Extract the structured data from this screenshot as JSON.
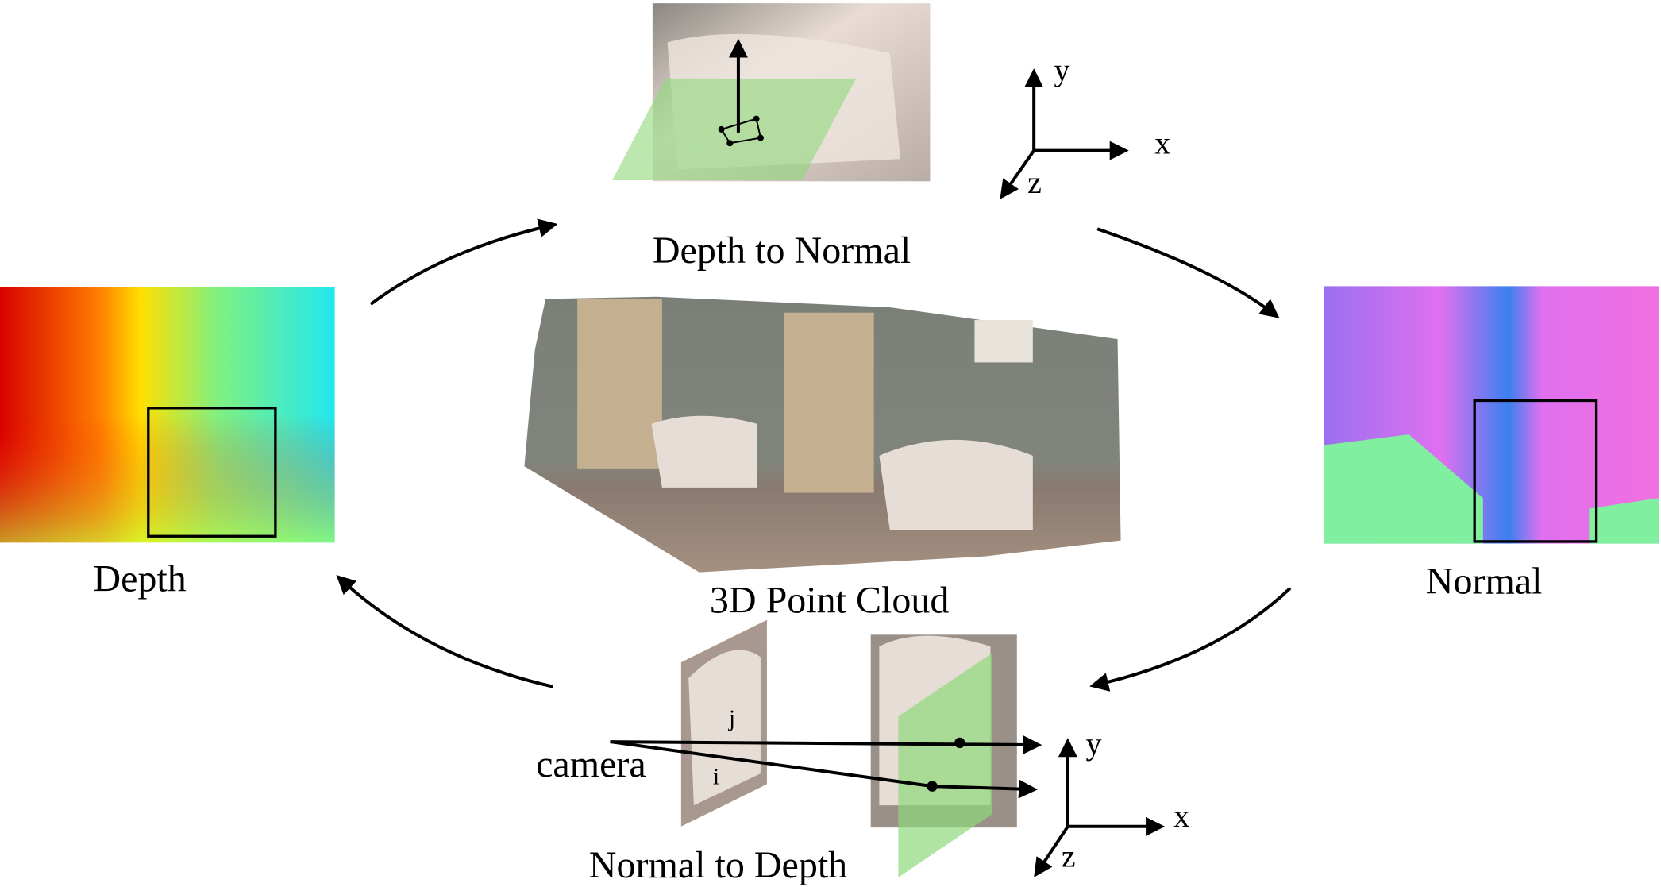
{
  "labels": {
    "depth_to_normal": "Depth to Normal",
    "depth": "Depth",
    "normal": "Normal",
    "point_cloud": "3D Point Cloud",
    "normal_to_depth": "Normal to Depth",
    "camera": "camera"
  },
  "axes_top": {
    "x": "x",
    "y": "y",
    "z": "z"
  },
  "axes_bottom": {
    "x": "x",
    "y": "y",
    "z": "z"
  },
  "pixel_labels": {
    "i": "i",
    "j": "j"
  },
  "colors": {
    "plane_green": "#8fd97a",
    "arrow": "#000000"
  }
}
